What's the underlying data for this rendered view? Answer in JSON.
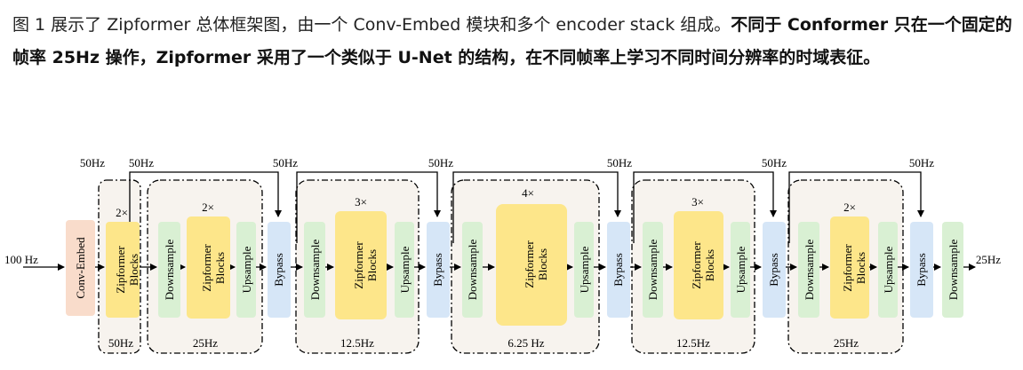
{
  "paragraph": {
    "normal": "图 1 展示了 Zipformer 总体框架图，由一个 Conv-Embed 模块和多个 encoder stack 组成。",
    "bold": "不同于 Conformer 只在一个固定的帧率 25Hz 操作，Zipformer 采用了一个类似于 U-Net 的结构，在不同帧率上学习不同时间分辨率的时域表征。"
  },
  "diagram": {
    "input_label": "100 Hz",
    "output_label": "25Hz",
    "conv_embed_label": "Conv-Embed",
    "skip_labels": [
      "50Hz",
      "50Hz",
      "50Hz",
      "50Hz",
      "50Hz",
      "50Hz",
      "50Hz"
    ],
    "first_stack": {
      "repeat": "2×",
      "block_label": "Zipformer Blocks",
      "rate": "50Hz"
    },
    "stacks": [
      {
        "repeat": "2×",
        "downsample": "Downsample",
        "block_label": "Zipformer Blocks",
        "upsample": "Upsample",
        "bypass": "Bypass",
        "rate": "25Hz"
      },
      {
        "repeat": "3×",
        "downsample": "Downsample",
        "block_label": "Zipformer Blocks",
        "upsample": "Upsample",
        "bypass": "Bypass",
        "rate": "12.5Hz"
      },
      {
        "repeat": "4×",
        "downsample": "Downsample",
        "block_label": "Zipformer Blocks",
        "upsample": "Upsample",
        "bypass": "Bypass",
        "rate": "6.25 Hz"
      },
      {
        "repeat": "3×",
        "downsample": "Downsample",
        "block_label": "Zipformer Blocks",
        "upsample": "Upsample",
        "bypass": "Bypass",
        "rate": "12.5Hz"
      },
      {
        "repeat": "2×",
        "downsample": "Downsample",
        "block_label": "Zipformer Blocks",
        "upsample": "Upsample",
        "bypass": "Bypass",
        "rate": "25Hz"
      }
    ],
    "final_downsample": "Downsample",
    "colors": {
      "conv_embed": "#f9dccb",
      "zipformer": "#fde68a",
      "downsample": "#d9f0d3",
      "bypass": "#d6e6f7",
      "stack_bg": "#f7f3ee"
    }
  }
}
